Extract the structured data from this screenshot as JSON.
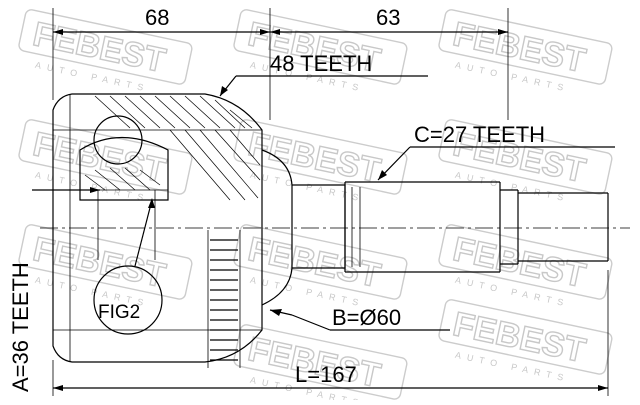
{
  "brand": {
    "watermark_text": "FEBEST",
    "watermark_sub": "AUTO PARTS"
  },
  "dimensions": {
    "dim_left_width": "68",
    "dim_right_width": "63",
    "total_length": "L=167"
  },
  "labels": {
    "outer_teeth": "48 TEETH",
    "shaft_teeth": "C=27 TEETH",
    "inner_teeth": "A=36 TEETH",
    "diameter": "B=Ø60",
    "figure_ref": "FIG2"
  }
}
